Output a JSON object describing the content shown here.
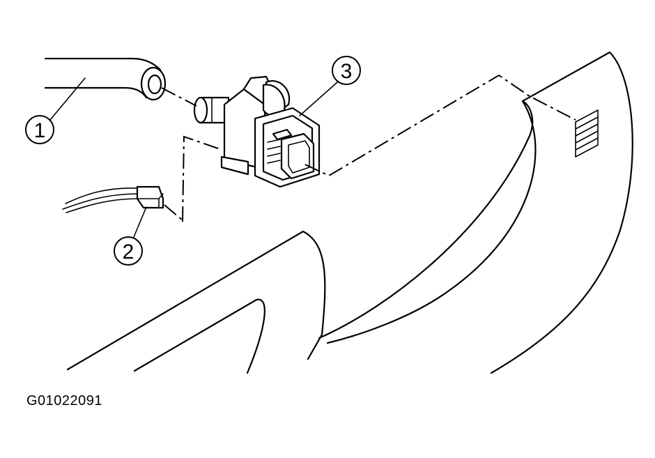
{
  "callouts": [
    {
      "number": "1"
    },
    {
      "number": "2"
    },
    {
      "number": "3"
    }
  ],
  "figure_code": "G01022091"
}
